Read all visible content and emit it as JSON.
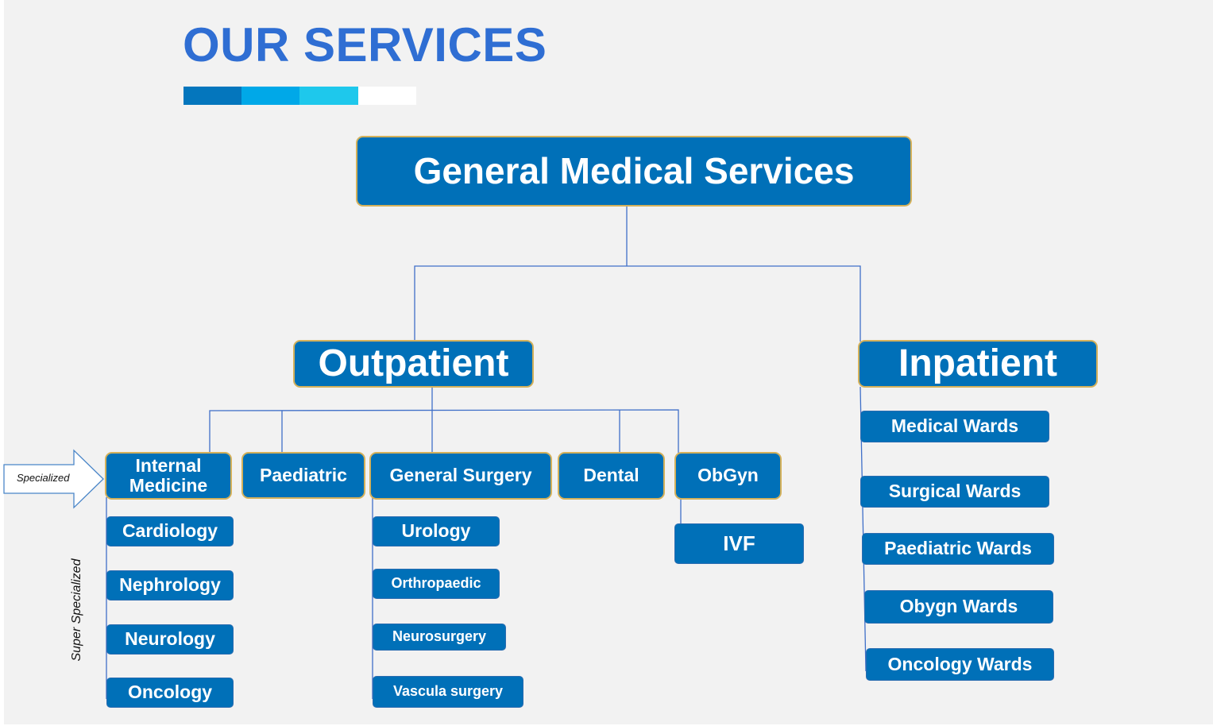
{
  "title": "OUR SERVICES",
  "accent_colors": [
    "#0476bd",
    "#00a8e8",
    "#1ec8ec",
    "#ffffff"
  ],
  "root": "General Medical Services",
  "outpatient": {
    "label": "Outpatient",
    "departments": {
      "internal_medicine": {
        "label": "Internal Medicine",
        "children": [
          "Cardiology",
          "Nephrology",
          "Neurology",
          "Oncology"
        ]
      },
      "paediatric": {
        "label": "Paediatric"
      },
      "general_surgery": {
        "label": "General Surgery",
        "children": [
          "Urology",
          "Orthropaedic",
          "Neurosurgery",
          "Vascula surgery"
        ]
      },
      "dental": {
        "label": "Dental"
      },
      "obgyn": {
        "label": "ObGyn",
        "children": [
          "IVF"
        ]
      }
    }
  },
  "inpatient": {
    "label": "Inpatient",
    "wards": [
      "Medical Wards",
      "Surgical Wards",
      "Paediatric Wards",
      "Obygn Wards",
      "Oncology Wards"
    ]
  },
  "annotations": {
    "specialized": "Specialized",
    "super_specialized": "Super Specialized"
  }
}
